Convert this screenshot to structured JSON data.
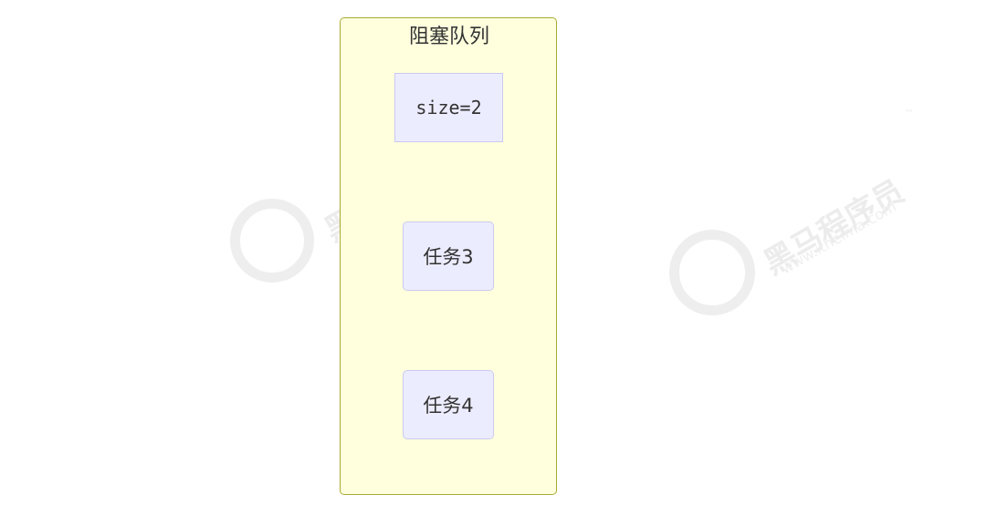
{
  "subgraph": {
    "title": "阻塞队列"
  },
  "nodes": {
    "size": "size=2",
    "task3": "任务3",
    "task4": "任务4"
  },
  "watermark": {
    "brand": "黑马程序员",
    "url": "www.itheima.com",
    "tm": "™"
  },
  "colors": {
    "subgraph_fill": "#ffffde",
    "subgraph_border": "#aaaa33",
    "node_fill": "#ececff",
    "node_border": "#c9c9f0",
    "text": "#333333"
  }
}
